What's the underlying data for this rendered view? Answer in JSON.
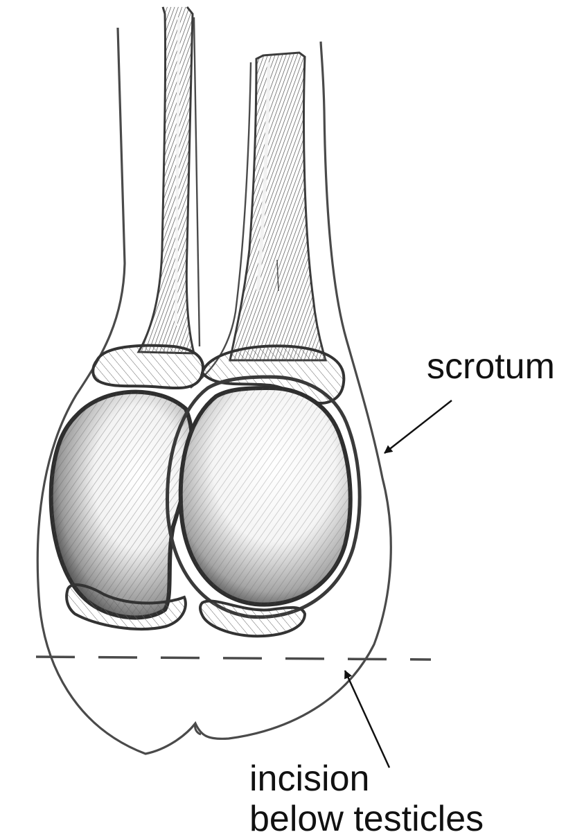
{
  "labels": {
    "scrotum": "scrotum",
    "incision_line1": "incision",
    "incision_line2": "below testicles"
  },
  "colors": {
    "ink": "#4a4a4a",
    "dark_ink": "#2e2e2e",
    "background": "#ffffff"
  }
}
